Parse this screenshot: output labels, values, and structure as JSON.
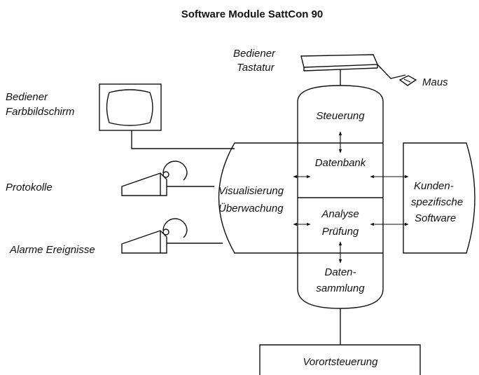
{
  "title": "Software Module SattCon 90",
  "labels": {
    "bediener_tastatur": [
      "Bediener",
      "Tastatur"
    ],
    "maus": "Maus",
    "bediener_farbbildschirm": [
      "Bediener",
      "Farbbildschirm"
    ],
    "protokolle": "Protokolle",
    "alarme_ereignisse": "Alarme  Ereignisse",
    "steuerung": "Steuerung",
    "datenbank": "Datenbank",
    "visualisierung": "Visualisierung",
    "ueberwachung": "Überwachung",
    "analyse": "Analyse",
    "pruefung": "Prüfung",
    "kunden": [
      "Kunden-",
      "spezifische",
      "Software"
    ],
    "datensammlung": [
      "Daten-",
      "sammlung"
    ],
    "vorortsteuerung": "Vorortsteuerung"
  }
}
